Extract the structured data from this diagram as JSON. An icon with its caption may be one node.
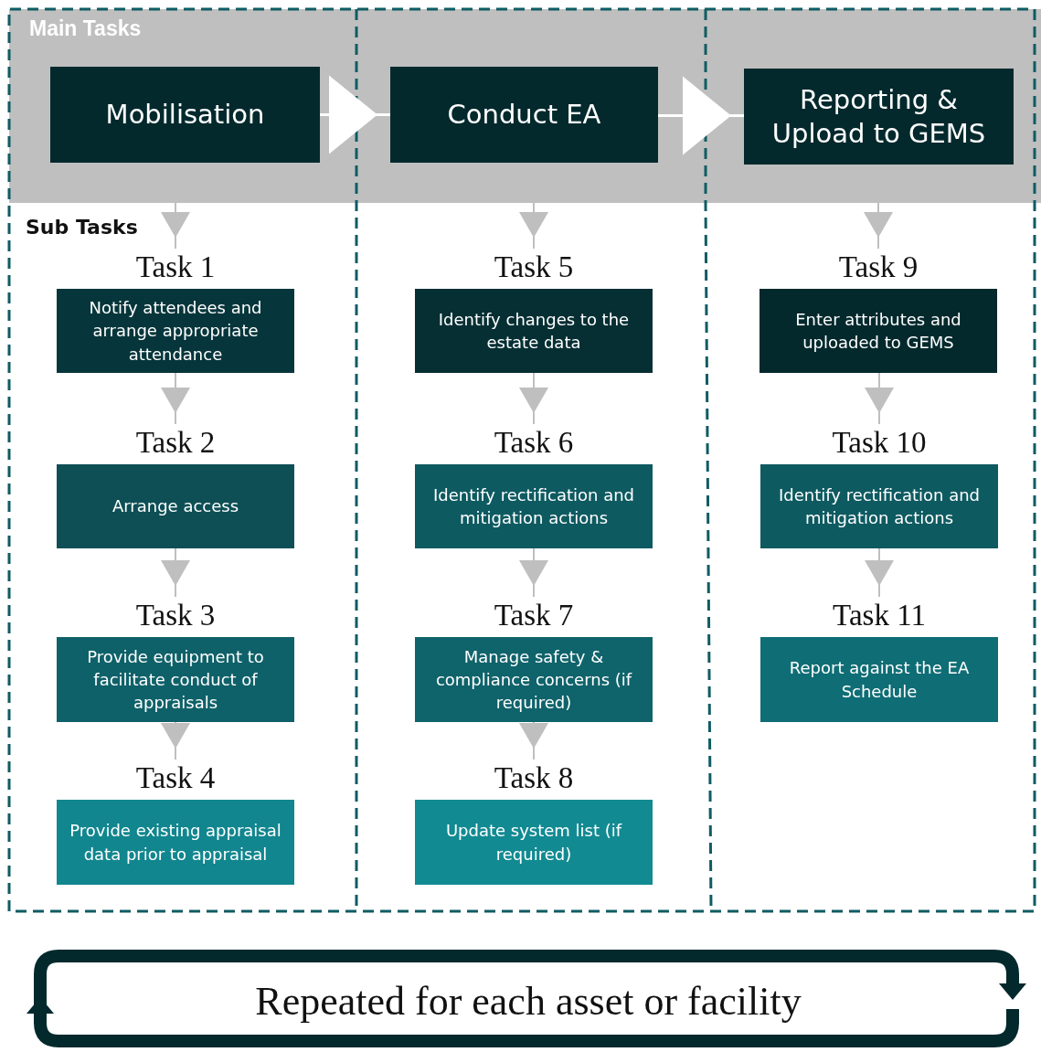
{
  "diagram": {
    "nodes": [
      {
        "text": [
          "Main Tasks"
        ]
      },
      {
        "text": [
          "Mobilisation"
        ],
        "in": 0
      },
      {
        "text": [
          "Conduct EA"
        ],
        "in": 0
      },
      {
        "text": [
          "Reporting & Upload to GEMS"
        ],
        "in": 0
      },
      {
        "text": [
          "Task 1",
          "Notify attendees and arrange appropriate attendance"
        ]
      },
      {
        "text": [
          "Task 2",
          "Arrange access"
        ]
      },
      {
        "text": [
          "Task 3",
          "Provide equipment to facilitate conduct of appraisals"
        ]
      },
      {
        "text": [
          "Task 4",
          "Provide existing appraisal data prior to appraisal"
        ]
      },
      {
        "text": [
          "Task 5",
          "Identify changes to the estate data"
        ]
      },
      {
        "text": [
          "Task 6",
          "Identify rectification and mitigation actions"
        ]
      },
      {
        "text": [
          "Task 7",
          "Manage safety & compliance concerns (if required)"
        ]
      },
      {
        "text": [
          "Task 8",
          "Update system list (if required)"
        ]
      },
      {
        "text": [
          "Task 9",
          "Enter attributes and uploaded to GEMS"
        ]
      },
      {
        "text": [
          "Task 10",
          "Identify rectification and mitigation actions"
        ]
      },
      {
        "text": [
          "Task 11",
          "Report against the EA Schedule"
        ]
      },
      {
        "text": [
          "Repeated for each asset or facility"
        ]
      }
    ],
    "edges": [
      {
        "from": 1,
        "to": 2,
        "arrow": "to",
        "color": "#ffffff"
      },
      {
        "from": 2,
        "to": 3,
        "arrow": "to",
        "color": "#ffffff"
      },
      {
        "from": 1,
        "to": 4,
        "arrow": "to"
      },
      {
        "from": 4,
        "to": 5,
        "arrow": "to"
      },
      {
        "from": 5,
        "to": 6,
        "arrow": "to"
      },
      {
        "from": 6,
        "to": 7,
        "arrow": "to"
      },
      {
        "from": 2,
        "to": 8,
        "arrow": "to"
      },
      {
        "from": 8,
        "to": 9,
        "arrow": "to"
      },
      {
        "from": 9,
        "to": 10,
        "arrow": "to"
      },
      {
        "from": 10,
        "to": 11,
        "arrow": "to"
      },
      {
        "from": 3,
        "to": 12,
        "arrow": "to"
      },
      {
        "from": 12,
        "to": 13,
        "arrow": "to"
      },
      {
        "from": 13,
        "to": 14,
        "arrow": "to"
      }
    ],
    "labels": [
      "Sub Tasks"
    ]
  }
}
